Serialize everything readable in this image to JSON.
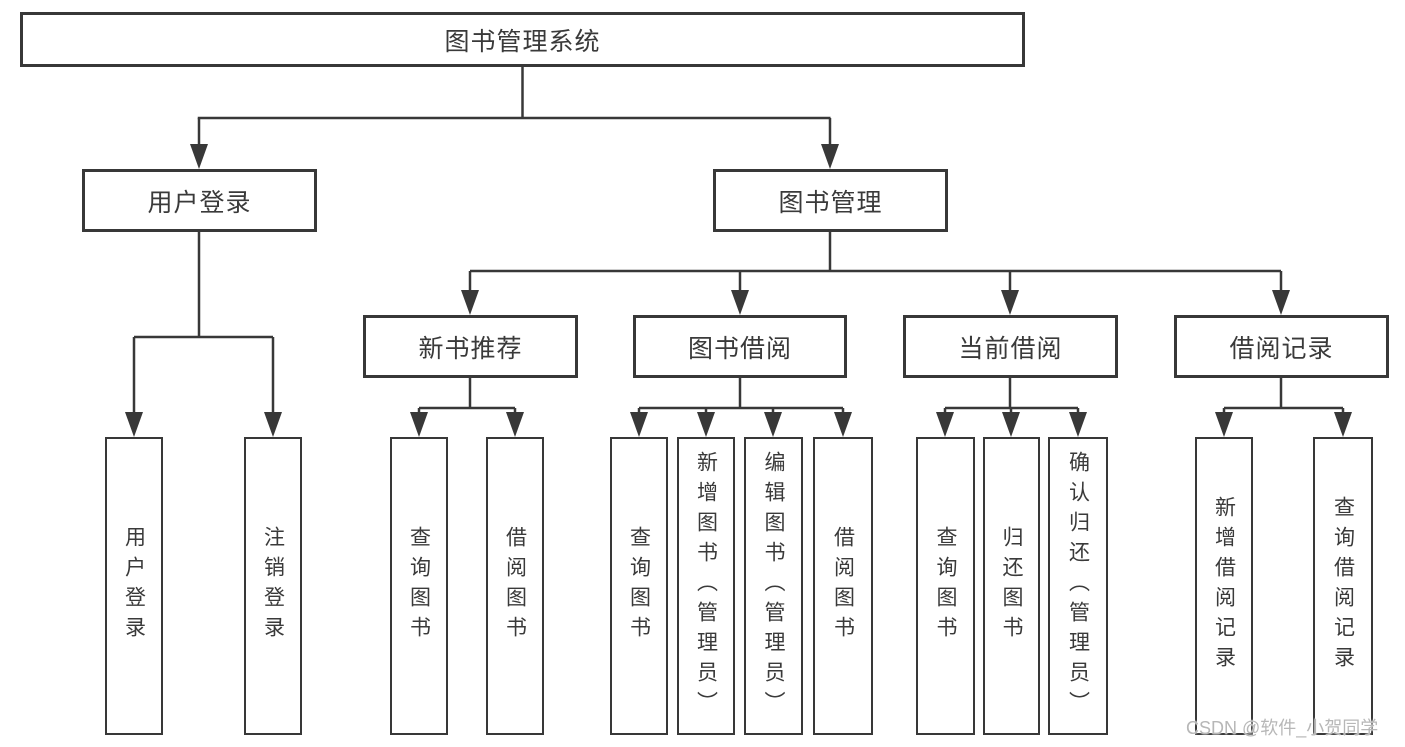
{
  "tree": {
    "label": "图书管理系统",
    "children": [
      {
        "label": "用户登录",
        "children": [
          {
            "label": "用户登录"
          },
          {
            "label": "注销登录"
          }
        ]
      },
      {
        "label": "图书管理",
        "children": [
          {
            "label": "新书推荐",
            "children": [
              {
                "label": "查询图书"
              },
              {
                "label": "借阅图书"
              }
            ]
          },
          {
            "label": "图书借阅",
            "children": [
              {
                "label": "查询图书"
              },
              {
                "label": "新增图书（管理员）"
              },
              {
                "label": "编辑图书（管理员）"
              },
              {
                "label": "借阅图书"
              }
            ]
          },
          {
            "label": "当前借阅",
            "children": [
              {
                "label": "查询图书"
              },
              {
                "label": "归还图书"
              },
              {
                "label": "确认归还（管理员）"
              }
            ]
          },
          {
            "label": "借阅记录",
            "children": [
              {
                "label": "新增借阅记录"
              },
              {
                "label": "查询借阅记录"
              }
            ]
          }
        ]
      }
    ]
  },
  "watermark": "CSDN @软件_小贺同学",
  "colors": {
    "line": "#383838",
    "text": "#3a3a3a",
    "background": "#ffffff",
    "watermark": "#b7b7b7"
  }
}
